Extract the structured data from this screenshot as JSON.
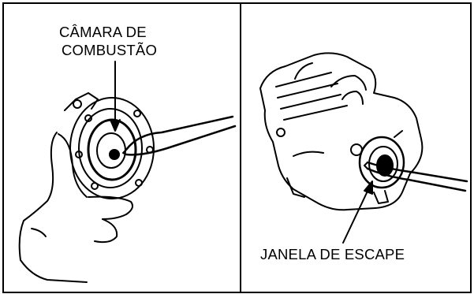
{
  "left_panel": {
    "label_line1": "CÂMARA DE",
    "label_line2": "COMBUSTÃO",
    "illustration_icon": "cylinder-head-scraper-illustration"
  },
  "right_panel": {
    "label": "JANELA DE ESCAPE",
    "illustration_icon": "exhaust-port-scraper-illustration"
  }
}
